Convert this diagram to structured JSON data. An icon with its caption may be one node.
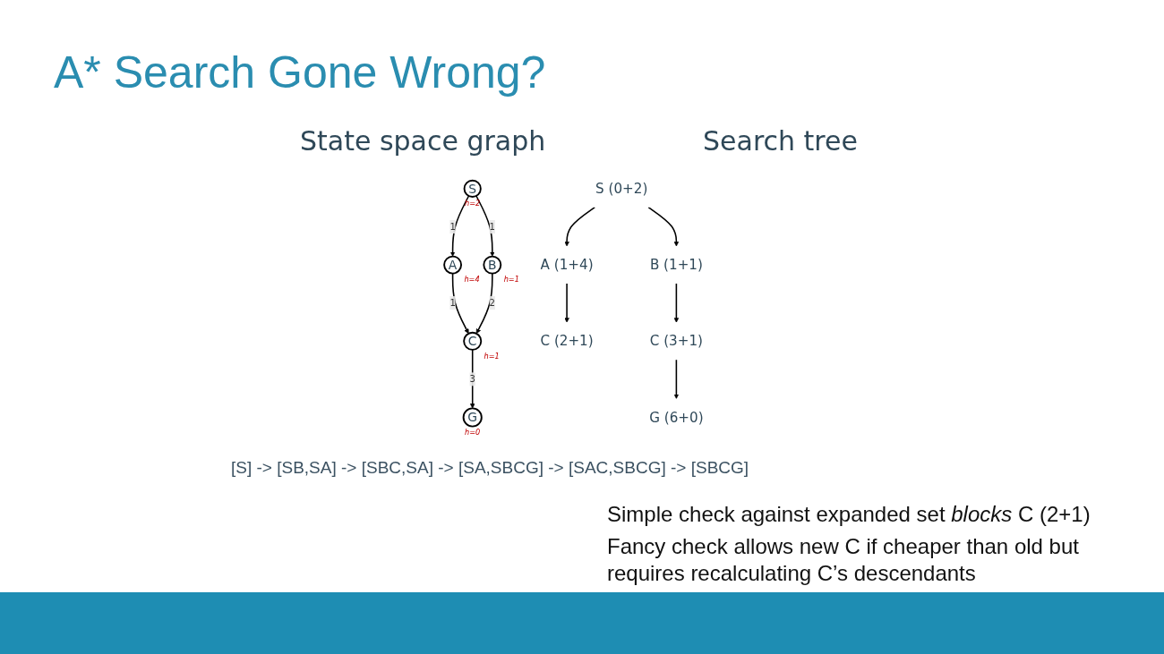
{
  "diagram": {
    "title": "A* Search Gone Wrong?",
    "nodes": [
      {
        "text": [
          "S"
        ],
        "beside": [
          "h=2"
        ]
      },
      {
        "text": [
          "A"
        ],
        "beside": [
          "h=4"
        ]
      },
      {
        "text": [
          "B"
        ],
        "beside": [
          "h=1"
        ]
      },
      {
        "text": [
          "C"
        ],
        "beside": [
          "h=1"
        ]
      },
      {
        "text": [
          "G"
        ],
        "beside": [
          "h=0"
        ]
      },
      {
        "text": [
          "S (0+2)"
        ]
      },
      {
        "text": [
          "A (1+4)"
        ]
      },
      {
        "text": [
          "B (1+1)"
        ]
      },
      {
        "text": [
          "C (2+1)"
        ]
      },
      {
        "text": [
          "C (3+1)"
        ]
      },
      {
        "text": [
          "G (6+0)"
        ]
      }
    ],
    "edges": [
      {
        "from": 0,
        "to": 1,
        "arrow": "to",
        "label": "1"
      },
      {
        "from": 1,
        "to": 3,
        "arrow": "to",
        "label": "1"
      },
      {
        "from": 0,
        "to": 2,
        "arrow": "to",
        "label": "1"
      },
      {
        "from": 2,
        "to": 3,
        "arrow": "to",
        "label": "2"
      },
      {
        "from": 3,
        "to": 4,
        "arrow": "to",
        "label": "3"
      },
      {
        "from": 5,
        "to": 6,
        "arrow": "to"
      },
      {
        "from": 5,
        "to": 7,
        "arrow": "to"
      },
      {
        "from": 6,
        "to": 8,
        "arrow": "to"
      },
      {
        "from": 7,
        "to": 9,
        "arrow": "to"
      },
      {
        "from": 9,
        "to": 10,
        "arrow": "to"
      }
    ],
    "labels": [
      "State space graph",
      "Search tree",
      "[S] -> [SB,SA] -> [SBC,SA] -> [SA,SBCG] -> [SAC,SBCG] -> [SBCG]",
      "Simple check against expanded set *blocks* C (2+1)",
      "Fancy check allows new C if cheaper than old but requires recalculating C’s descendants"
    ]
  }
}
